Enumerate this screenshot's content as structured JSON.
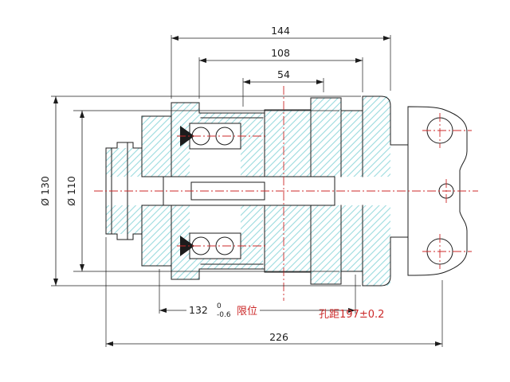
{
  "drawing": {
    "dims": {
      "width_144": "144",
      "width_108": "108",
      "width_54": "54",
      "dia_130": "Ø 130",
      "dia_110": "Ø 110",
      "width_132": "132",
      "tol_upper": "0",
      "tol_lower": "-0.6",
      "limit_note": "限位",
      "hole_pitch_note": "孔距197±0.2",
      "width_226": "226"
    },
    "colors": {
      "line": "#1c1c1c",
      "centerline_red": "#cc2a2a",
      "hatch_cyan": "#9adade",
      "annotation_red": "#cc2a2a"
    }
  }
}
